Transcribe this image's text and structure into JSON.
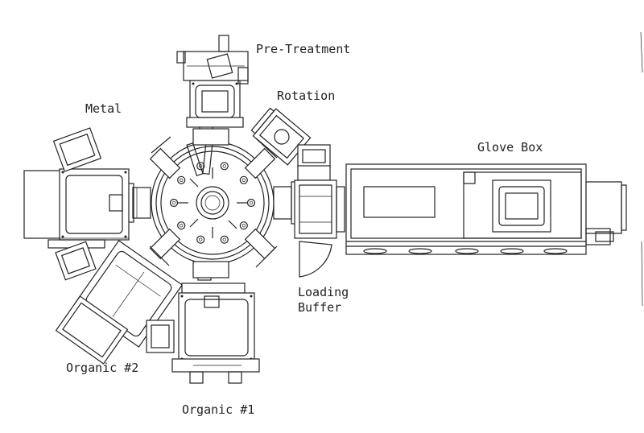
{
  "labels": {
    "pre_treatment": "Pre-Treatment",
    "rotation": "Rotation",
    "metal": "Metal",
    "glove_box": "Glove Box",
    "loading_buffer_line1": "Loading",
    "loading_buffer_line2": "Buffer",
    "organic_2": "Organic #2",
    "organic_1": "Organic #1"
  }
}
